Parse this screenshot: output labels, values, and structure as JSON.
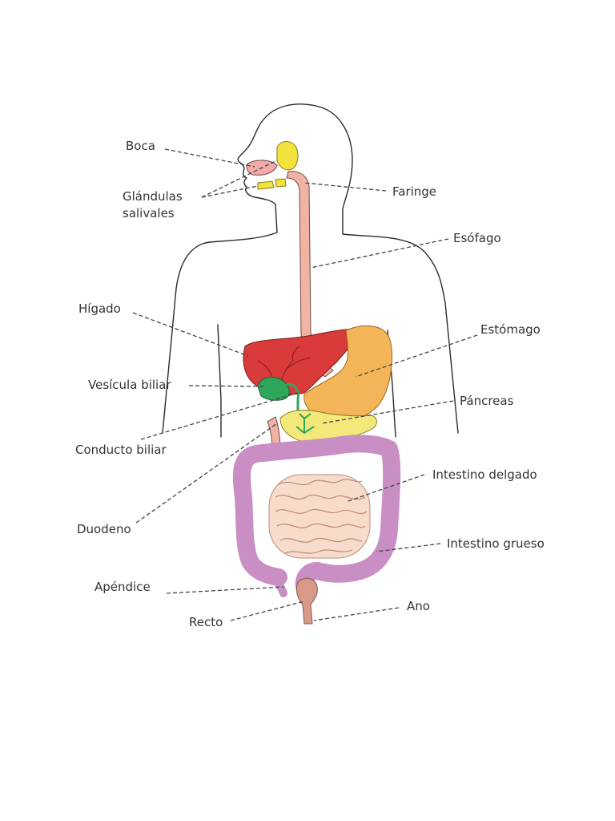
{
  "labels": {
    "boca": "Boca",
    "glandulas_1": "Glándulas",
    "glandulas_2": "salivales",
    "faringe": "Faringe",
    "esofago": "Esófago",
    "higado": "Hígado",
    "estomago": "Estómago",
    "vesicula": "Vesícula biliar",
    "pancreas": "Páncreas",
    "conducto": "Conducto biliar",
    "int_delgado": "Intestino delgado",
    "duodeno": "Duodeno",
    "int_grueso": "Intestino grueso",
    "apendice": "Apéndice",
    "ano": "Ano",
    "recto": "Recto"
  },
  "colors": {
    "liver": "#d93a3a",
    "stomach": "#f4b558",
    "gallbladder": "#2fa75a",
    "pancreas": "#f3e87a",
    "esophagus": "#f2b3a4",
    "large_intestine": "#c98ec3",
    "small_intestine": "#f7dccb",
    "salivary": "#f2e23b",
    "mouth": "#f4a9a9"
  }
}
